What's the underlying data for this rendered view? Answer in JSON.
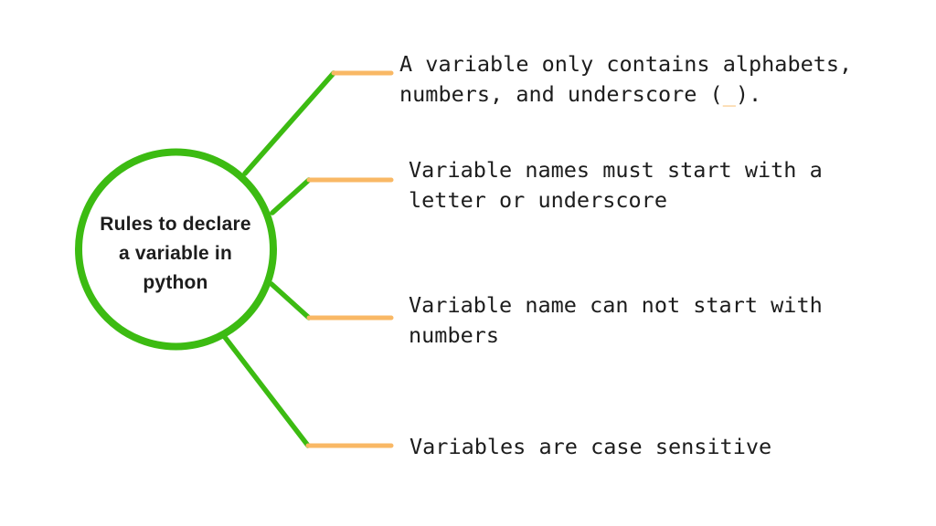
{
  "colors": {
    "green": "#3cbb12",
    "orange": "#f9b865",
    "ink": "#1d1d1d",
    "background": "#ffffff"
  },
  "center_node": {
    "label": "Rules to declare\na variable in\npython"
  },
  "items": [
    {
      "segments": [
        {
          "text": "A variable only contains alphabets,\nnumbers, and underscore ("
        },
        {
          "text": "_",
          "highlight": true
        },
        {
          "text": ")."
        }
      ]
    },
    {
      "segments": [
        {
          "text": "Variable names must start with a\nletter or underscore"
        }
      ]
    },
    {
      "segments": [
        {
          "text": "Variable name can not start with\nnumbers"
        }
      ]
    },
    {
      "segments": [
        {
          "text": "Variables are case sensitive"
        }
      ]
    }
  ]
}
